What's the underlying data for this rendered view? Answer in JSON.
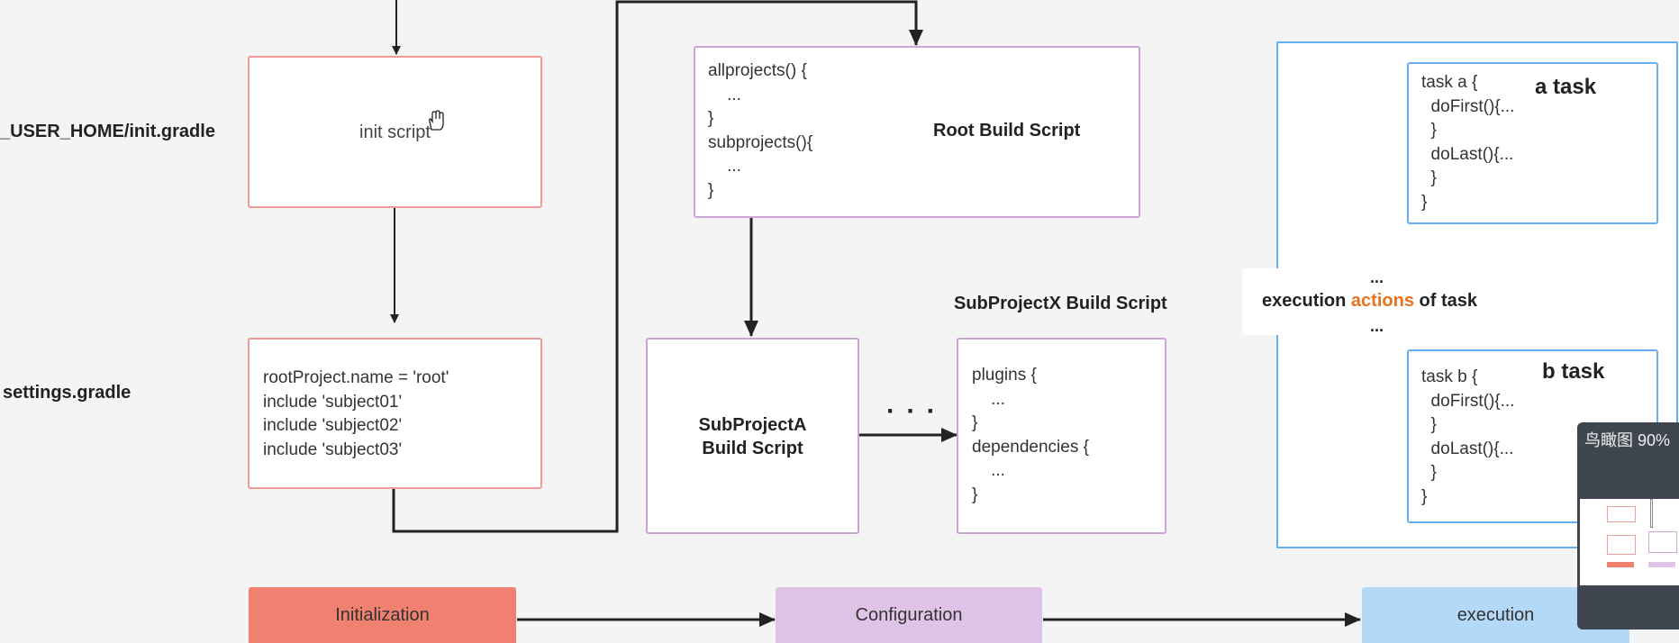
{
  "row_labels": {
    "init_path": "_USER_HOME/init.gradle",
    "settings": "settings.gradle"
  },
  "init_box": {
    "text": "init script"
  },
  "settings_box": {
    "lines": [
      "rootProject.name = 'root'",
      "include 'subject01'",
      "include 'subject02'",
      "include 'subject03'"
    ]
  },
  "root_box": {
    "code": "allprojects() {\n    ...\n}\nsubprojects(){\n    ...\n}",
    "label": "Root Build Script"
  },
  "subA_box": {
    "line1": "SubProjectA",
    "line2": "Build Script"
  },
  "ellipsis": "· · ·",
  "subX": {
    "heading": "SubProjectX Build Script",
    "code": "plugins {\n    ...\n}\ndependencies {\n    ...\n}"
  },
  "task_a": {
    "code": "task a {\n  doFirst(){...\n  }\n  doLast(){...\n  }\n}",
    "title": "a task"
  },
  "task_b": {
    "code": "task b {\n  doFirst(){...\n  }\n  doLast(){...\n  }\n}",
    "title": "b task"
  },
  "execution_actions": {
    "dots": "...",
    "prefix": "execution ",
    "highlight": "actions",
    "suffix": " of task",
    "highlight_color": "#e8711c"
  },
  "phases": {
    "initialization": {
      "label": "Initialization",
      "color": "#f08070"
    },
    "configuration": {
      "label": "Configuration",
      "color": "#dfc4e8"
    },
    "execution": {
      "label": "execution",
      "color": "#b3d8f8"
    }
  },
  "minimap": {
    "title": "鸟瞰图 90%"
  },
  "icons": {
    "cursor": "hand-cursor-icon"
  }
}
